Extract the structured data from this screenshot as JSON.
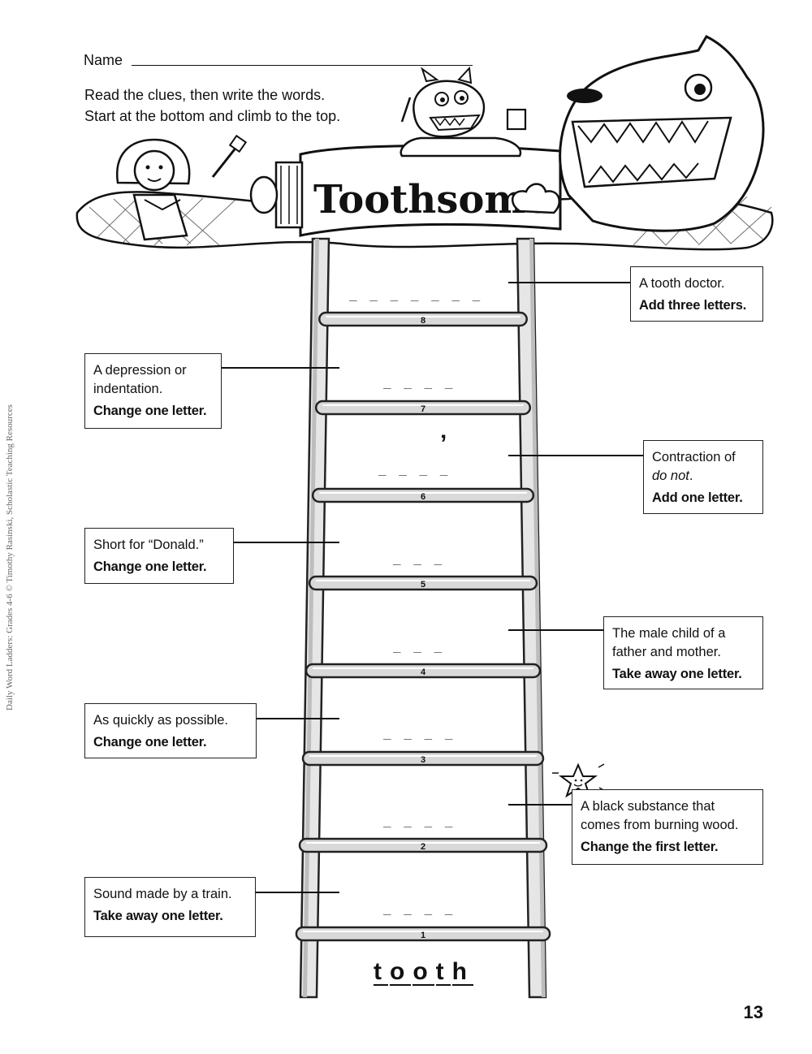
{
  "header": {
    "name_label": "Name",
    "instruction_line1": "Read the clues, then write the words.",
    "instruction_line2": "Start at the bottom and climb to the top.",
    "title_art_text": "Toothsome"
  },
  "side_credit": "Daily Word Ladders: Grades 4-6 © Timothy Rasinski, Scholastic Teaching Resources",
  "page_number": "13",
  "start_word": [
    "t",
    "o",
    "o",
    "t",
    "h"
  ],
  "rungs": [
    {
      "number": "1",
      "blanks": "_ _ _ _"
    },
    {
      "number": "2",
      "blanks": "_ _ _ _"
    },
    {
      "number": "3",
      "blanks": "_ _ _ _"
    },
    {
      "number": "4",
      "blanks": "_ _ _"
    },
    {
      "number": "5",
      "blanks": "_ _ _"
    },
    {
      "number": "6",
      "blanks": "_ _ _ _",
      "apostrophe": "’"
    },
    {
      "number": "7",
      "blanks": "_ _ _ _"
    },
    {
      "number": "8",
      "blanks": "_ _ _ _ _ _ _"
    }
  ],
  "clues": [
    {
      "rung": "8",
      "text": "A tooth doctor.",
      "instruction": "Add three letters."
    },
    {
      "rung": "7",
      "text": "A depression or indentation.",
      "instruction": "Change one letter."
    },
    {
      "rung": "6",
      "text": "Contraction of",
      "text_italic": "do not",
      "text_end": ".",
      "instruction": "Add one letter."
    },
    {
      "rung": "5",
      "text": "Short for “Donald.”",
      "instruction": "Change one letter."
    },
    {
      "rung": "4",
      "text": "The male child of a father and mother.",
      "instruction": "Take away one letter."
    },
    {
      "rung": "3",
      "text": "As quickly as possible.",
      "instruction": "Change one letter."
    },
    {
      "rung": "2",
      "text": "A black substance that comes from burning wood.",
      "instruction": "Change the first letter."
    },
    {
      "rung": "1",
      "text": "Sound made by a train.",
      "instruction": "Take away one letter."
    }
  ]
}
